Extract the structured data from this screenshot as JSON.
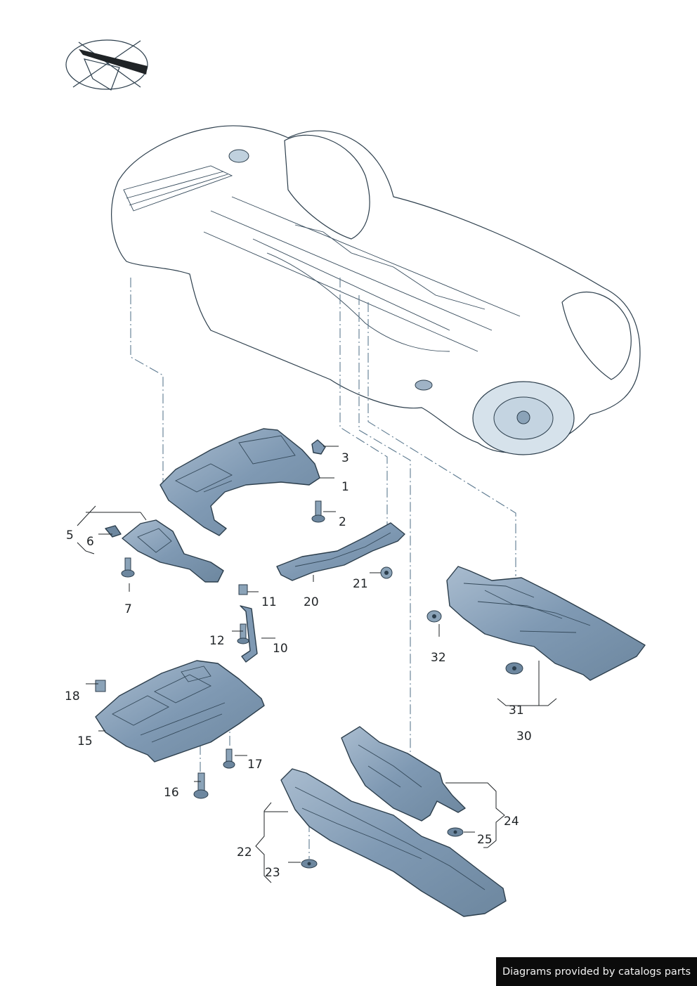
{
  "credit": "Diagrams provided by catalogs parts",
  "callouts": {
    "c1": "1",
    "c2": "2",
    "c3": "3",
    "c5": "5",
    "c6": "6",
    "c7": "7",
    "c10": "10",
    "c11": "11",
    "c12": "12",
    "c15": "15",
    "c16": "16",
    "c17": "17",
    "c18": "18",
    "c20": "20",
    "c21": "21",
    "c22": "22",
    "c23": "23",
    "c24": "24",
    "c25": "25",
    "c30": "30",
    "c31": "31",
    "c32": "32"
  },
  "colors": {
    "part_fill": "#7f99b3",
    "part_fill_light": "#a9bccf",
    "body_fill": "#dbe6ee",
    "body_shade": "#c2d3e0",
    "line": "#2c3e4c",
    "dashed_line": "#5d7a90"
  },
  "icons": {
    "orientation": "view-direction-icon"
  }
}
